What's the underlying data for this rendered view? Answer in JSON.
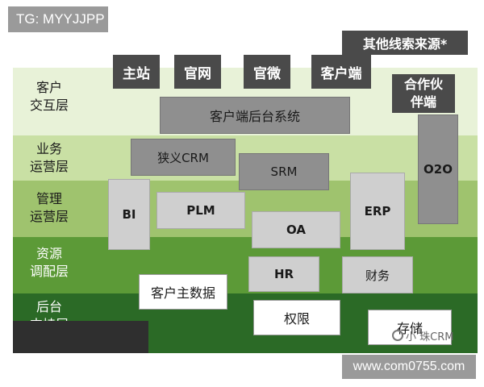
{
  "watermark_tag": "TG: MYYJJPP",
  "other_sources": "其他线索来源*",
  "website": "www.com0755.com",
  "watermark_logo_text": "小 珠CRM",
  "layers": [
    {
      "label": "客户\n交互层"
    },
    {
      "label": "业务\n运营层"
    },
    {
      "label": "管理\n运营层"
    },
    {
      "label": "资源\n调配层"
    },
    {
      "label": "后台\n支持层"
    }
  ],
  "channels": [
    "主站",
    "官网",
    "官微",
    "客户端"
  ],
  "partner": "合作伙\n伴端",
  "systems": {
    "client_backend": "客户端后台系统",
    "crm": "狭义CRM",
    "srm": "SRM",
    "o2o": "O2O",
    "bi": "BI",
    "plm": "PLM",
    "oa": "OA",
    "erp": "ERP",
    "hr": "HR",
    "finance": "财务",
    "master_data": "客户主数据",
    "permission": "权限",
    "storage": "存储"
  },
  "colors": {
    "band1": "#e8f2d8",
    "band2": "#c9e0a4",
    "band3": "#9fc36e",
    "band4": "#5c9a37",
    "band5": "#2b6a26",
    "dark_box": "#4a4a4a"
  }
}
